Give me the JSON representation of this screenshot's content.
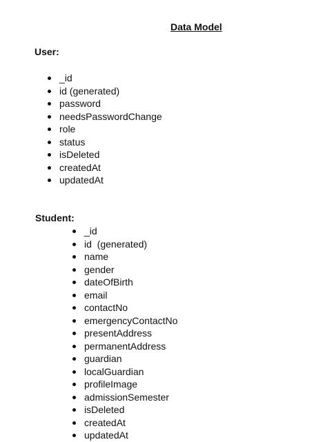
{
  "doc": {
    "title": "Data Model",
    "user": {
      "heading": "User:",
      "fields": [
        "_id",
        "id (generated)",
        "password",
        "needsPasswordChange",
        "role",
        "status",
        "isDeleted",
        "createdAt",
        "updatedAt"
      ]
    },
    "student": {
      "heading": "Student:",
      "fields": [
        "_id",
        "id  (generated)",
        "name",
        "gender",
        "dateOfBirth",
        "email",
        "contactNo",
        "emergencyContactNo",
        "presentAddress",
        "permanentAddress",
        "guardian",
        "localGuardian",
        "profileImage",
        "admissionSemester",
        "isDeleted",
        "createdAt",
        "updatedAt"
      ]
    }
  }
}
